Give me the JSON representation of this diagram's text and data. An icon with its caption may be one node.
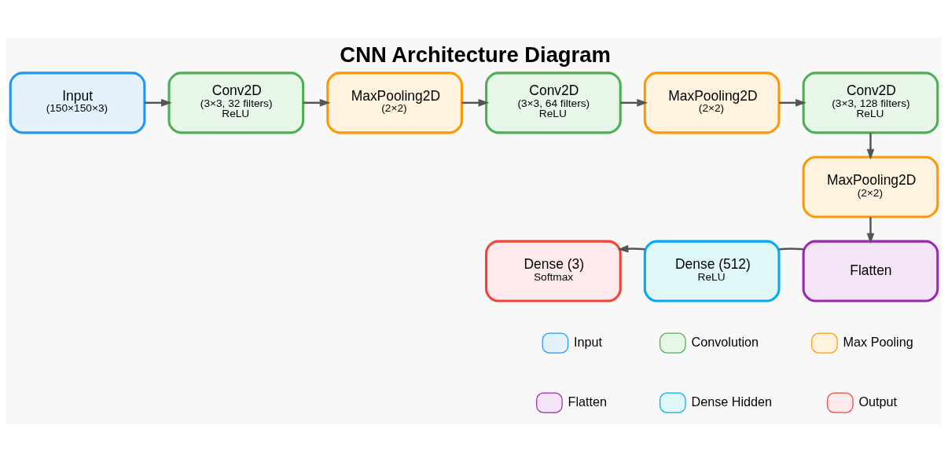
{
  "diagram": {
    "title": "CNN Architecture Diagram",
    "nodes": [
      {
        "text": [
          "Input",
          "(150×150×3)"
        ]
      },
      {
        "text": [
          "Conv2D",
          "(3×3, 32 filters)",
          "ReLU"
        ]
      },
      {
        "text": [
          "MaxPooling2D",
          "(2×2)"
        ]
      },
      {
        "text": [
          "Conv2D",
          "(3×3, 64 filters)",
          "ReLU"
        ]
      },
      {
        "text": [
          "MaxPooling2D",
          "(2×2)"
        ]
      },
      {
        "text": [
          "Conv2D",
          "(3×3, 128 filters)",
          "ReLU"
        ]
      },
      {
        "text": [
          "MaxPooling2D",
          "(2×2)"
        ]
      },
      {
        "text": [
          "Flatten"
        ]
      },
      {
        "text": [
          "Dense (512)",
          "ReLU"
        ]
      },
      {
        "text": [
          "Dense (3)",
          "Softmax"
        ]
      }
    ],
    "edges": [
      {
        "from": 0,
        "to": 1,
        "arrow": "to"
      },
      {
        "from": 1,
        "to": 2,
        "arrow": "to"
      },
      {
        "from": 2,
        "to": 3,
        "arrow": "to"
      },
      {
        "from": 3,
        "to": 4,
        "arrow": "to"
      },
      {
        "from": 4,
        "to": 5,
        "arrow": "to"
      },
      {
        "from": 5,
        "to": 6,
        "arrow": "to"
      },
      {
        "from": 6,
        "to": 7,
        "arrow": "to"
      },
      {
        "from": 7,
        "to": 8,
        "arrow": "none"
      },
      {
        "from": 8,
        "to": 9,
        "arrow": "to"
      }
    ],
    "legend": [
      {
        "text": "Input",
        "color": "#e3f2fd"
      },
      {
        "text": "Convolution",
        "color": "#e8f5e9"
      },
      {
        "text": "Max Pooling",
        "color": "#fff3e0"
      },
      {
        "text": "Flatten",
        "color": "#f3e5f5"
      },
      {
        "text": "Dense Hidden",
        "color": "#e0f7fa"
      },
      {
        "text": "Output",
        "color": "#ffebee"
      }
    ]
  }
}
